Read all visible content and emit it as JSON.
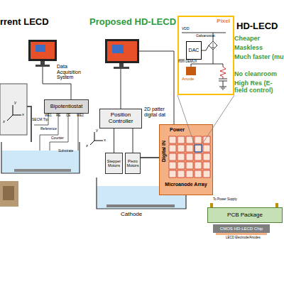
{
  "diagram": {
    "nodes": [
      {
        "text": [
          "Bipotentiostat"
        ]
      },
      {
        "text": [
          "Position Controller"
        ]
      },
      {
        "text": [
          "Stepper Motors"
        ]
      },
      {
        "text": [
          "Piezo Motors"
        ]
      },
      {
        "text": [
          "Pixel"
        ]
      },
      {
        "text": [
          "DAC"
        ],
        "in": 4
      },
      {
        "text": [
          "Power",
          "Digital IN",
          "Microanode Array"
        ]
      },
      {
        "text": [
          "PCB Package"
        ]
      },
      {
        "text": [
          "CMOS HD-LECD Chip"
        ]
      }
    ],
    "edges": [
      {
        "from": 1,
        "to": 2,
        "arrow": "none"
      },
      {
        "from": 1,
        "to": 3,
        "arrow": "none"
      }
    ],
    "labels": [
      "rrent LECD",
      "Proposed HD-LECD",
      "HD-LECD",
      "Data Acquisition System",
      "WE1",
      "RE",
      "CE",
      "WE2",
      "SECM Tip",
      "Reference",
      "Counter",
      "Substrate",
      "x",
      "y",
      "z",
      "x",
      "y",
      "z",
      "2D patter digital dat",
      "Cathode",
      "VDD",
      "Galvanostat",
      "from DEMUX",
      "Anode",
      "Cheaper",
      "Maskless",
      "Much faster (mu",
      "No cleanroom",
      "High Res (E-field control)",
      "To Power Supply",
      "LECD Electrode/Anodes"
    ]
  }
}
